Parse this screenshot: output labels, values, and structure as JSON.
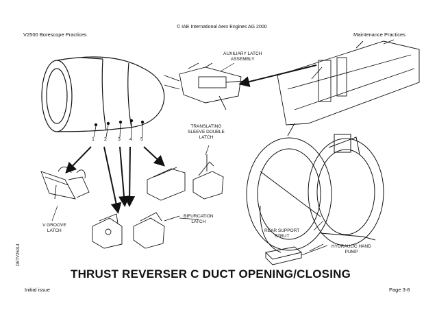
{
  "header": {
    "copyright": "© IAE International Aero Engines AG 2000",
    "left": "V2500 Borescope Practices",
    "right": "Maintenance Practices"
  },
  "labels": {
    "auxiliary_latch": "AUXILIARY LATCH\nASSEMBLY",
    "translating_sleeve": "TRANSLATING\nSLEEVE DOUBLE\nLATCH",
    "bifurcation": "BIFURCATION\nLATCH",
    "v_groove": "V GROOVE\nLATCH",
    "rear_support": "REAR SUPPORT\nSTRUT",
    "hydraulic_hand_pump": "HYDRAULIC HAND\nPUMP"
  },
  "latch_numbers": [
    "1",
    "2",
    "3",
    "4",
    "5"
  ],
  "side_code": "DETV25014",
  "title": "THRUST REVERSER C DUCT OPENING/CLOSING",
  "footer": {
    "left": "Initial issue",
    "right": "Page 3-8"
  }
}
